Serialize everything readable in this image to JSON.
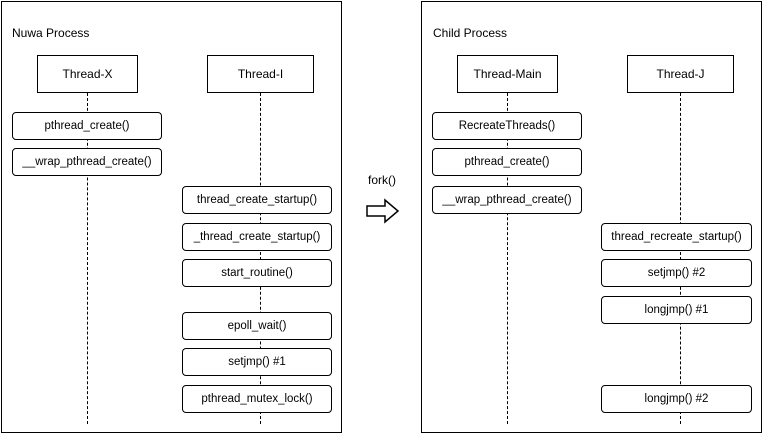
{
  "left_panel": {
    "title": "Nuwa Process",
    "threads": [
      {
        "label": "Thread-X"
      },
      {
        "label": "Thread-I"
      }
    ],
    "thread_x_calls": [
      "pthread_create()",
      "__wrap_pthread_create()"
    ],
    "thread_i_calls": [
      "thread_create_startup()",
      "_thread_create_startup()",
      "start_routine()",
      "epoll_wait()",
      "setjmp() #1",
      "pthread_mutex_lock()"
    ]
  },
  "fork": {
    "label": "fork()",
    "arrow_icon": "right-hollow-arrow-icon"
  },
  "right_panel": {
    "title": "Child Process",
    "threads": [
      {
        "label": "Thread-Main"
      },
      {
        "label": "Thread-J"
      }
    ],
    "thread_main_calls": [
      "RecreateThreads()",
      "pthread_create()",
      "__wrap_pthread_create()"
    ],
    "thread_j_calls": [
      "thread_recreate_startup()",
      "setjmp() #2",
      "longjmp() #1",
      "longjmp() #2"
    ]
  }
}
